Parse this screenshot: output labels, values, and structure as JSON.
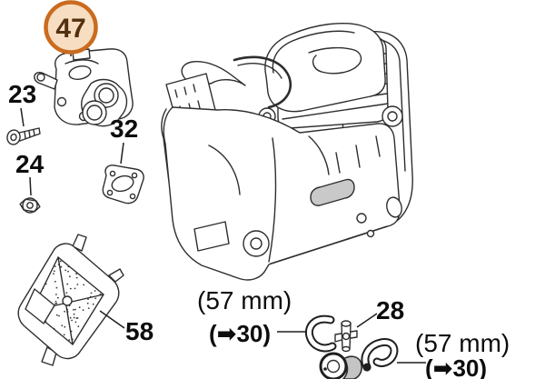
{
  "figure": {
    "background": "#ffffff",
    "line_color": "#2e2e2e"
  },
  "selected_callout": {
    "number": "47",
    "fill_color": "#f7ddc1",
    "border_color": "#ca6b1e",
    "text_color": "#53300f"
  },
  "callouts": [
    {
      "label": "23"
    },
    {
      "label": "24"
    },
    {
      "label": "32"
    },
    {
      "label": "58"
    },
    {
      "label": "28"
    }
  ],
  "annotations": {
    "hose1_length": "(57 mm)",
    "hose1_ref": "(➡30)",
    "hose2_length": "(57 mm)",
    "hose2_ref": "(➡30)"
  }
}
